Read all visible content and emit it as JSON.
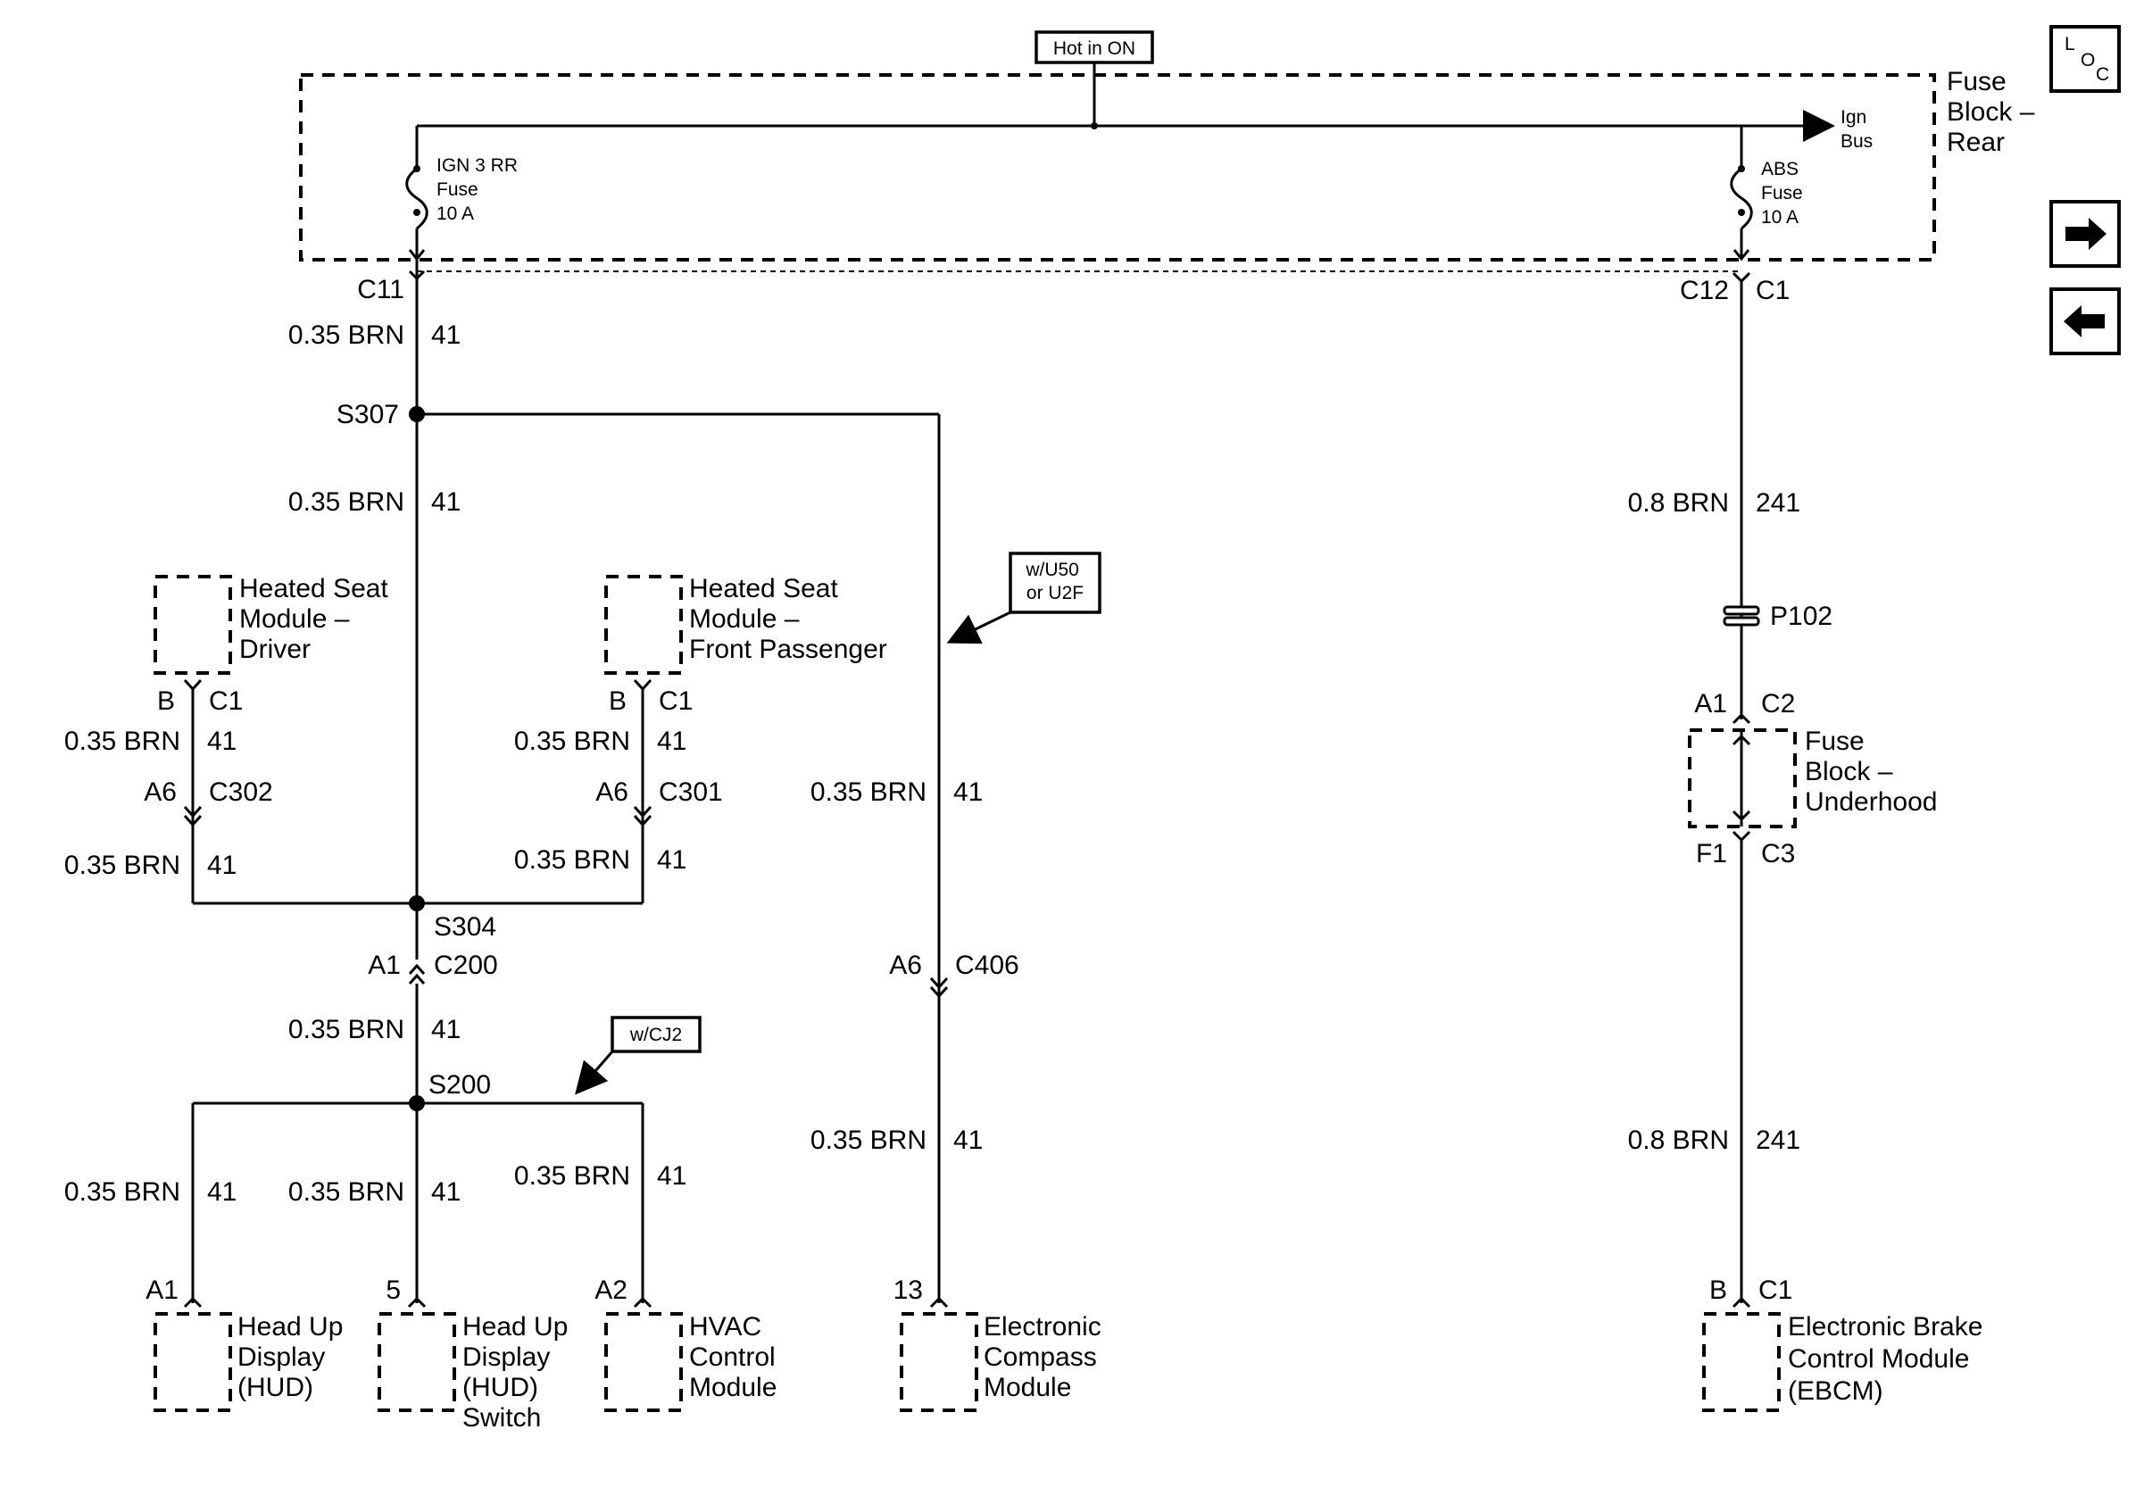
{
  "top": {
    "hot_in_on": "Hot in ON",
    "fuse_block_rear": [
      "Fuse",
      "Block –",
      "Rear"
    ],
    "ign_bus": [
      "Ign",
      "Bus"
    ],
    "ign3_fuse": [
      "IGN 3 RR",
      "Fuse",
      "10 A"
    ],
    "abs_fuse": [
      "ABS",
      "Fuse",
      "10 A"
    ]
  },
  "nav": {
    "loc": [
      "L",
      "O",
      "C"
    ]
  },
  "labels": {
    "c11": "C11",
    "c12": "C12",
    "c1": "C1",
    "brn035": "0.35 BRN",
    "n41": "41",
    "brn08": "0.8 BRN",
    "n241": "241",
    "s307": "S307",
    "s304": "S304",
    "s200": "S200",
    "b": "B",
    "a6": "A6",
    "a1": "A1",
    "a2": "A2",
    "n5": "5",
    "n13": "13",
    "c302": "C302",
    "c301": "C301",
    "c200": "C200",
    "c406": "C406",
    "p102": "P102",
    "c2": "C2",
    "f1": "F1",
    "c3": "C3"
  },
  "options": {
    "u50": [
      "w/U50",
      "or U2F"
    ],
    "cj2": "w/CJ2"
  },
  "modules": {
    "heated_driver": [
      "Heated Seat",
      "Module –",
      "Driver"
    ],
    "heated_passenger": [
      "Heated Seat",
      "Module –",
      "Front Passenger"
    ],
    "fuse_underhood": [
      "Fuse",
      "Block –",
      "Underhood"
    ],
    "hud": [
      "Head Up",
      "Display",
      "(HUD)"
    ],
    "hud_switch": [
      "Head Up",
      "Display",
      "(HUD)",
      "Switch"
    ],
    "hvac": [
      "HVAC",
      "Control",
      "Module"
    ],
    "compass": [
      "Electronic",
      "Compass",
      "Module"
    ],
    "ebcm": [
      "Electronic Brake",
      "Control Module",
      "(EBCM)"
    ]
  }
}
